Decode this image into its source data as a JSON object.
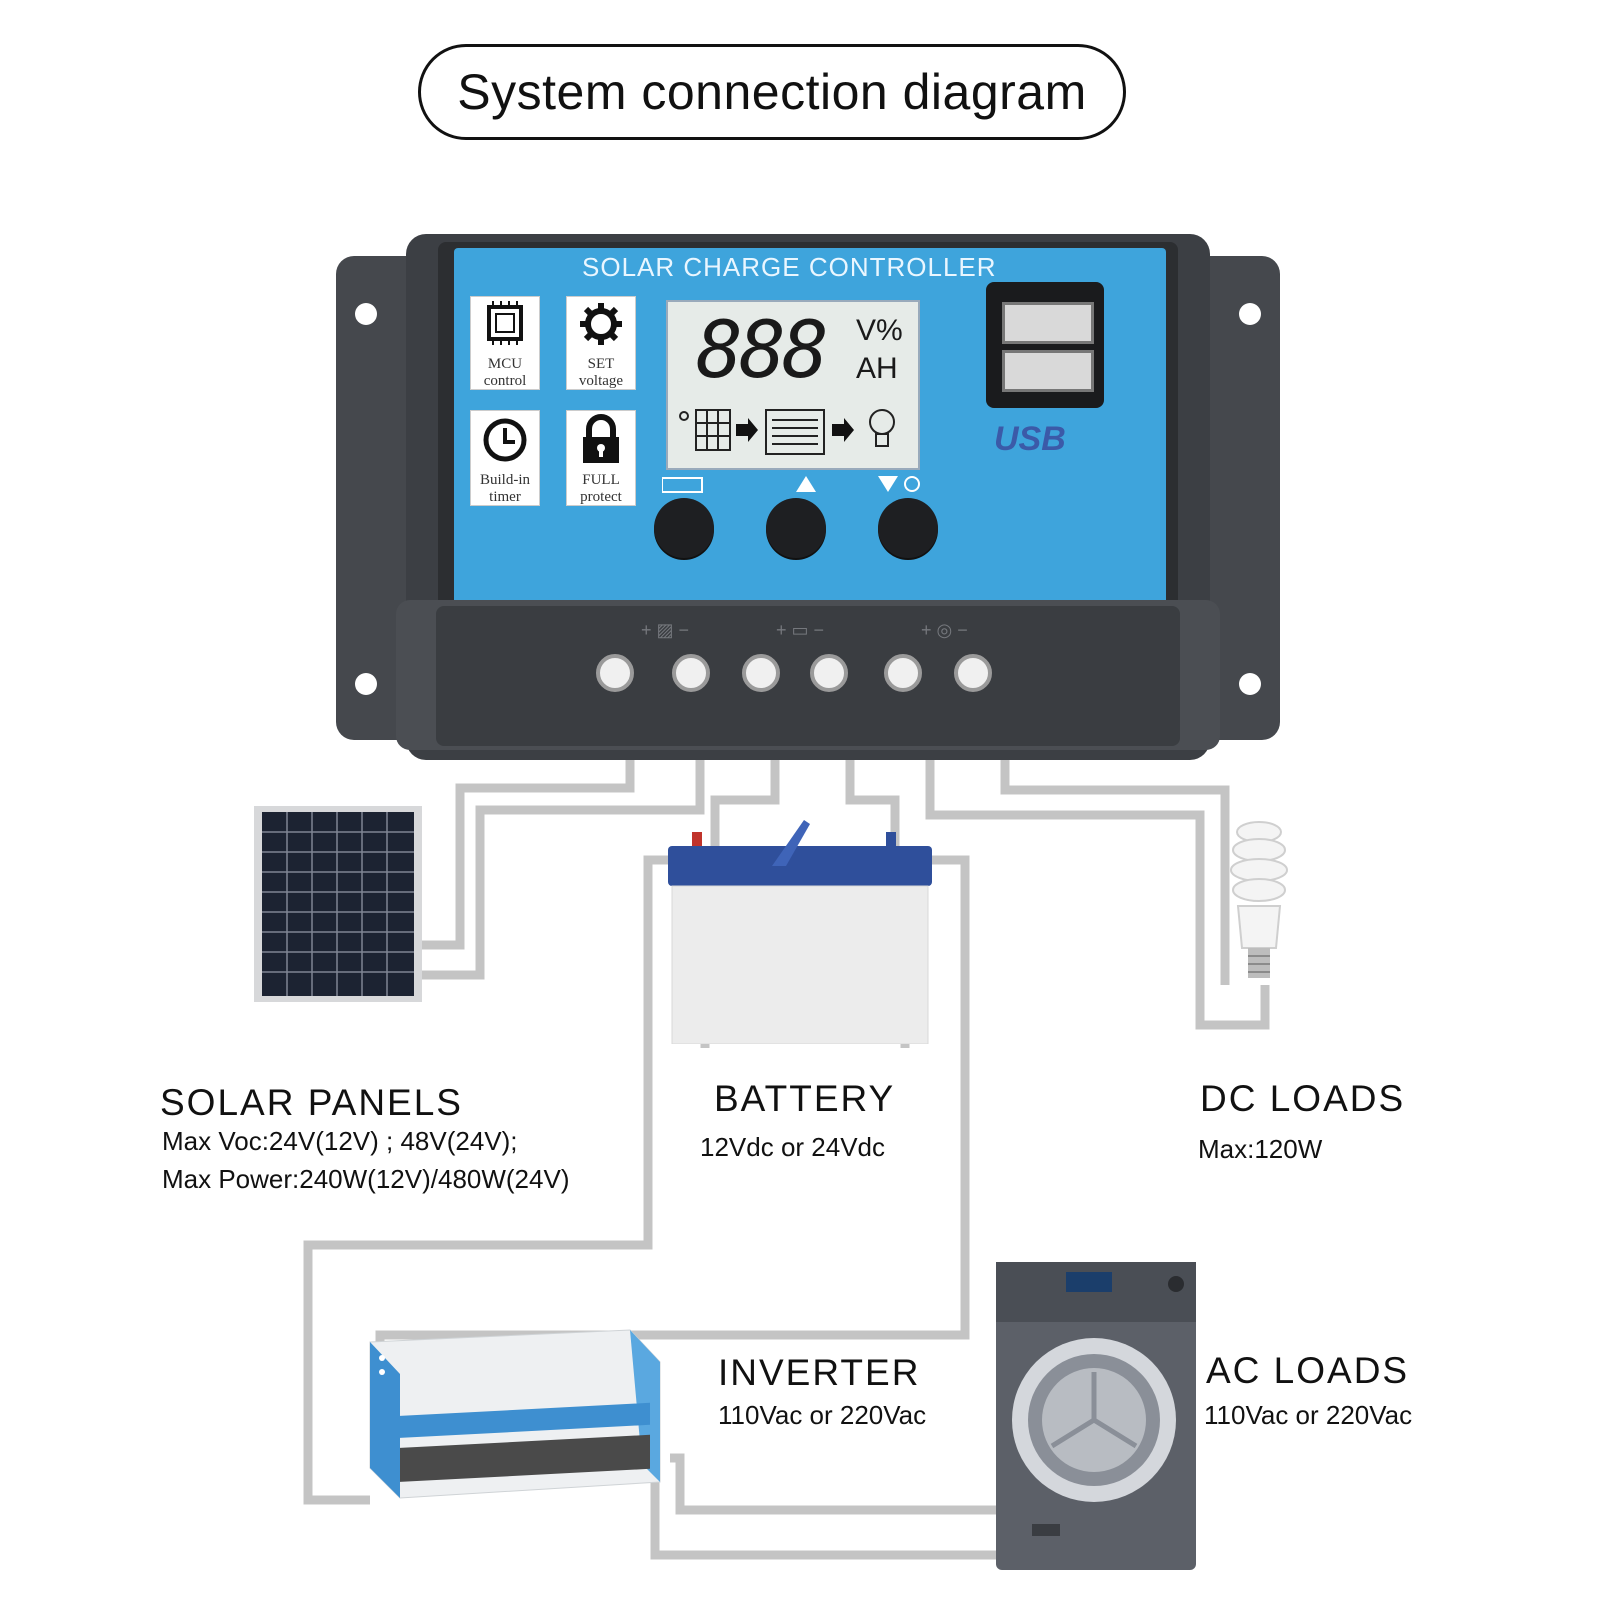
{
  "title": "System connection diagram",
  "controller": {
    "header": "SOLAR CHARGE CONTROLLER",
    "tiles": [
      {
        "line1": "MCU",
        "line2": "control",
        "icon": "chip-icon"
      },
      {
        "line1": "SET",
        "line2": "voltage",
        "icon": "gear-icon"
      },
      {
        "line1": "Build-in",
        "line2": "timer",
        "icon": "clock-icon"
      },
      {
        "line1": "FULL",
        "line2": "protect",
        "icon": "lock-icon"
      }
    ],
    "lcd": {
      "digits": "888",
      "unit_top": "V%",
      "unit_bottom": "AH"
    },
    "usb_label": "USB",
    "buttons": [
      "menu-button",
      "up-button",
      "down-light-button"
    ]
  },
  "components": {
    "solar": {
      "title": "SOLAR  PANELS",
      "line1": "Max  Voc:24V(12V) ; 48V(24V);",
      "line2": "Max  Power:240W(12V)/480W(24V)"
    },
    "battery": {
      "title": "BATTERY",
      "line1": "12Vdc  or  24Vdc"
    },
    "dc_loads": {
      "title": "DC  LOADS",
      "line1": "Max:120W"
    },
    "inverter": {
      "title": "INVERTER",
      "line1": "110Vac  or  220Vac"
    },
    "ac_loads": {
      "title": "AC  LOADS",
      "line1": "110Vac  or  220Vac"
    }
  },
  "colors": {
    "panel_blue": "#3ea4dc",
    "controller_body": "#4a4d52",
    "wire": "#c9c9c9",
    "battery_lid": "#2f4f9b"
  }
}
